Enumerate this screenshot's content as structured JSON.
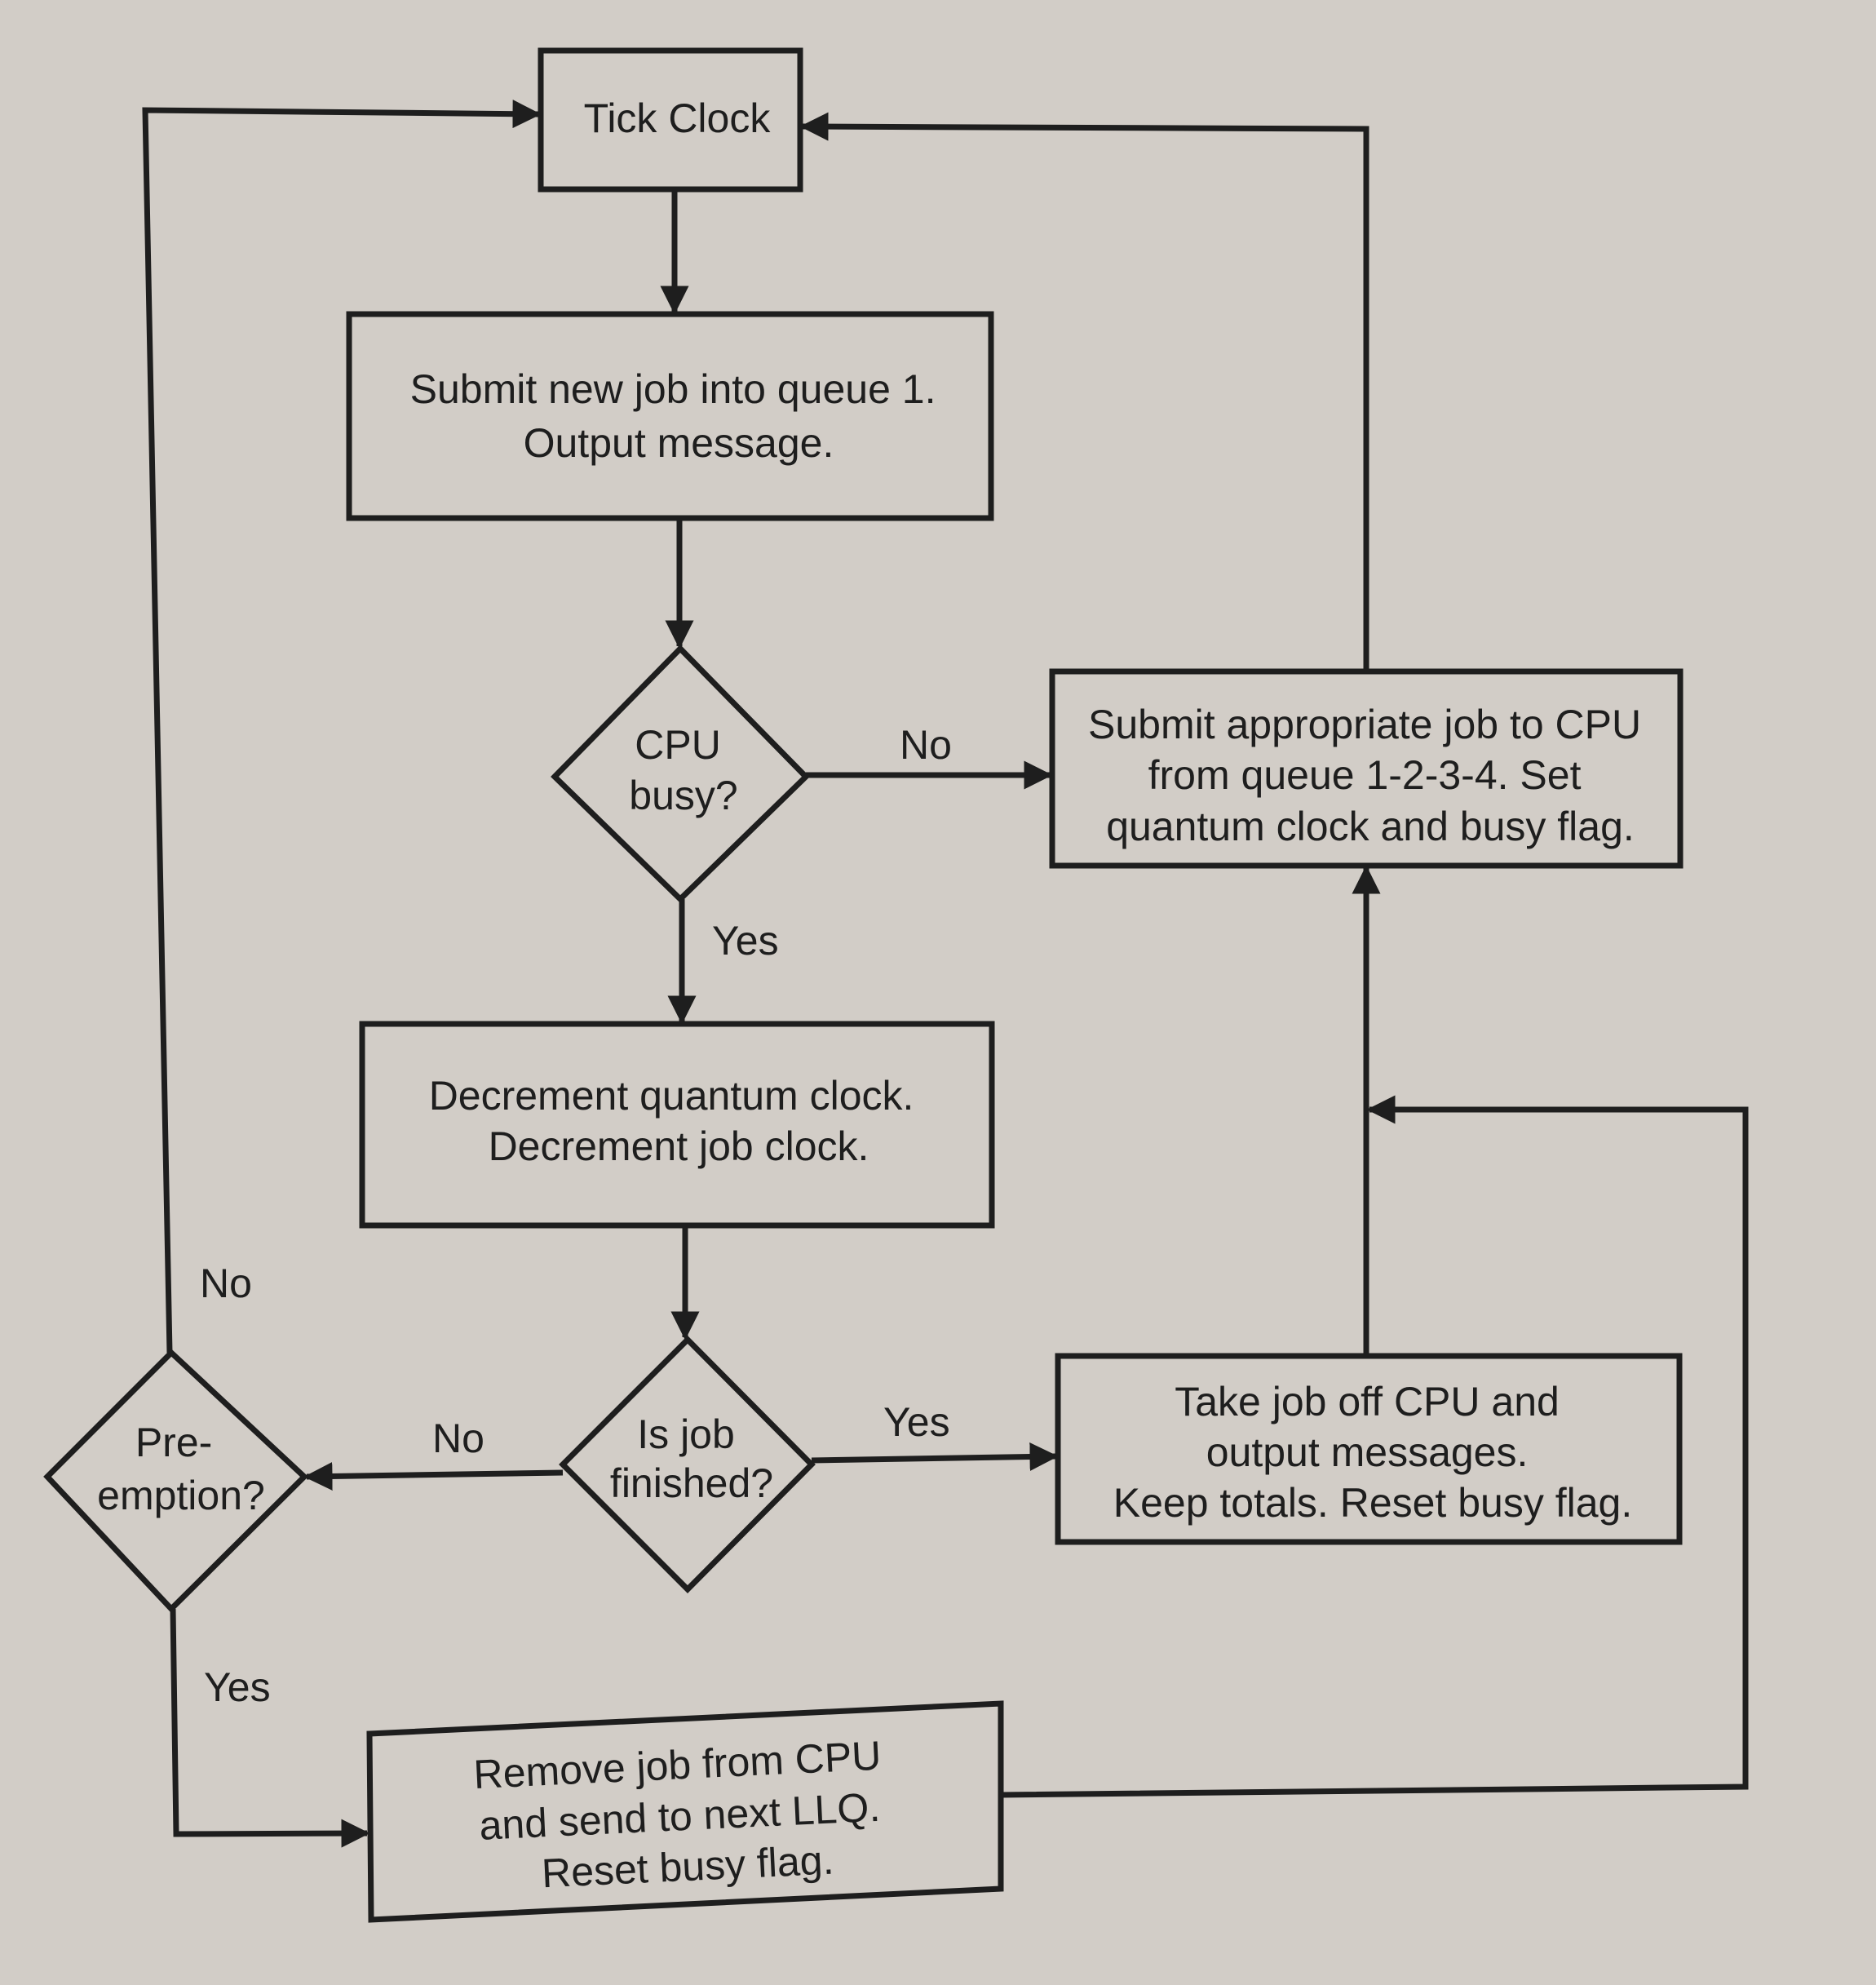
{
  "nodes": {
    "tick": {
      "lines": [
        "Tick Clock"
      ]
    },
    "submit_new": {
      "lines": [
        "Submit new job into queue 1.",
        "Output message."
      ]
    },
    "cpu_busy": {
      "lines": [
        "CPU",
        "busy?"
      ]
    },
    "submit_cpu": {
      "lines": [
        "Submit appropriate job to CPU",
        "from queue 1-2-3-4. Set",
        "quantum clock and busy flag."
      ]
    },
    "decrement": {
      "lines": [
        "Decrement quantum clock.",
        "Decrement job clock."
      ]
    },
    "job_finished": {
      "lines": [
        "Is job",
        "finished?"
      ]
    },
    "preemption": {
      "lines": [
        "Pre-",
        "emption?"
      ]
    },
    "take_off": {
      "lines": [
        "Take job off CPU and",
        "output messages.",
        "Keep totals. Reset busy flag."
      ]
    },
    "remove_job": {
      "lines": [
        "Remove job from CPU",
        "and send to next LLQ.",
        "Reset busy flag."
      ]
    }
  },
  "edge_labels": {
    "cpu_no": "No",
    "cpu_yes": "Yes",
    "finished_yes": "Yes",
    "finished_no": "No",
    "preempt_no": "No",
    "preempt_yes": "Yes"
  },
  "colors": {
    "paper": "#d2cdc7",
    "ink": "#1e1e1e"
  }
}
